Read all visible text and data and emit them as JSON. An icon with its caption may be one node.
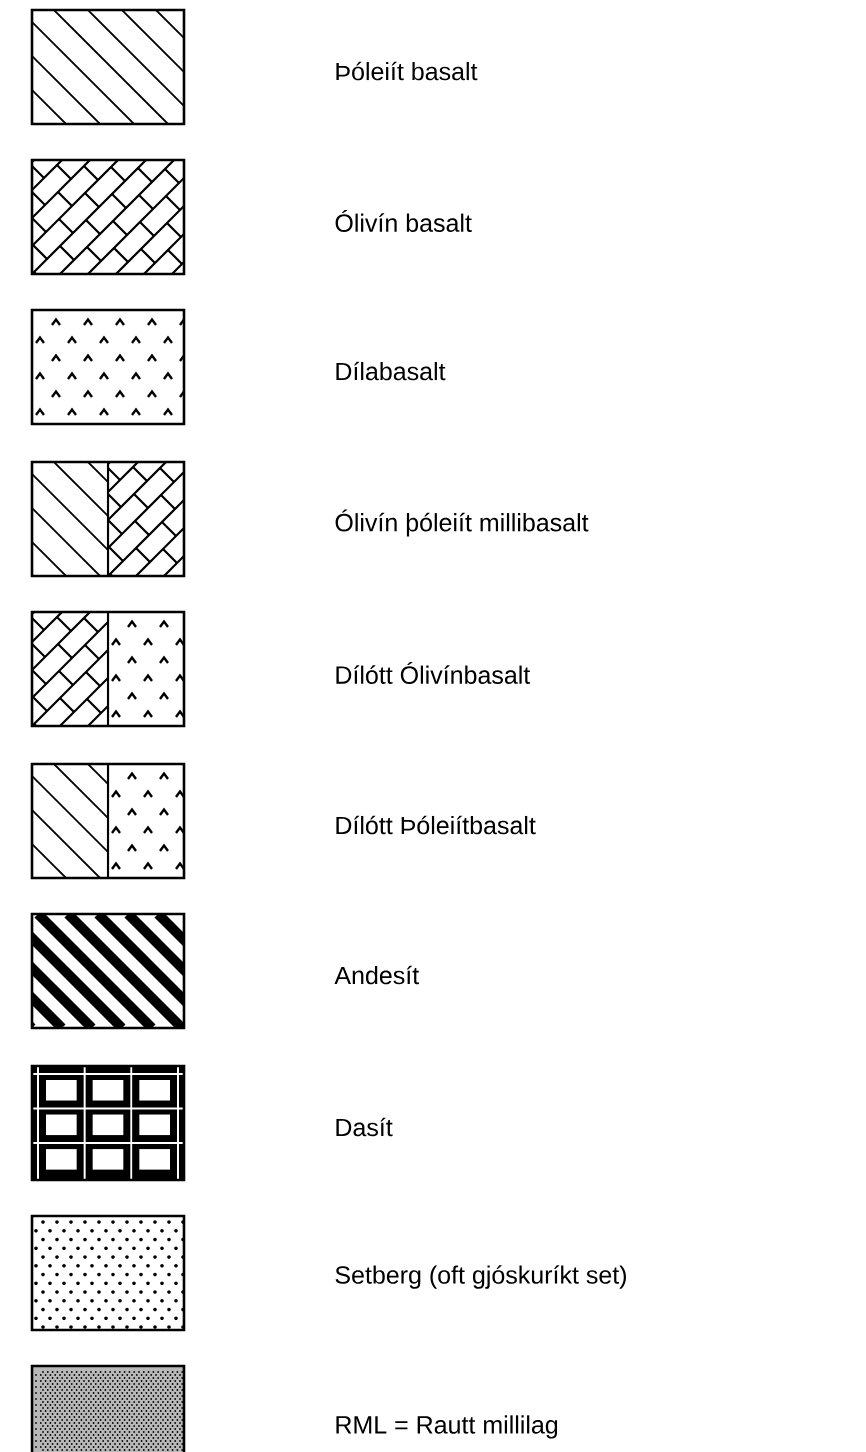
{
  "diagram": {
    "legend": [
      {
        "text": "Þóleiít basalt"
      },
      {
        "text": "Ólivín basalt"
      },
      {
        "text": "Dílabasalt"
      },
      {
        "text": "Ólivín þóleiít millibasalt"
      },
      {
        "text": "Dílótt Ólivínbasalt"
      },
      {
        "text": "Dílótt Þóleiítbasalt"
      },
      {
        "text": "Andesít"
      },
      {
        "text": "Dasít"
      },
      {
        "text": "Setberg  (oft gjóskuríkt set)"
      },
      {
        "text": "RML = Rautt millilag"
      }
    ]
  }
}
